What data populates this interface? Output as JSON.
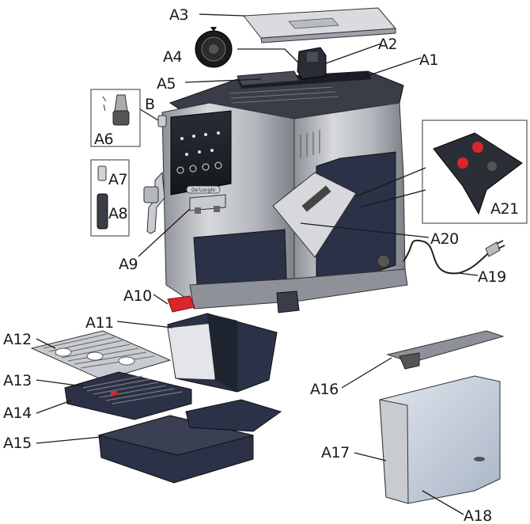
{
  "labels": {
    "a1": "A1",
    "a2": "A2",
    "a3": "A3",
    "a4": "A4",
    "a5": "A5",
    "a6": "A6",
    "a7": "A7",
    "a8": "A8",
    "a9": "A9",
    "a10": "A10",
    "a11": "A11",
    "a12": "A12",
    "a13": "A13",
    "a14": "A14",
    "a15": "A15",
    "a16": "A16",
    "a17": "A17",
    "a18": "A18",
    "a19": "A19",
    "a20": "A20",
    "a21": "A21",
    "b": "B"
  },
  "brand": "De'Longhi",
  "colors": {
    "steel": "#b9bcc2",
    "navy": "#2b3147",
    "accent_red": "#d9262a",
    "tank_blue": "#c9d2de"
  }
}
